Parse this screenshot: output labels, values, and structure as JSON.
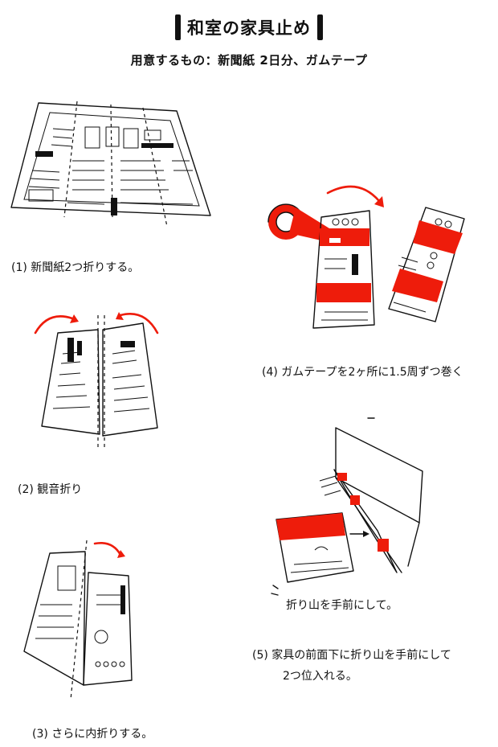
{
  "title": "和室の家具止め",
  "materials": "用意するもの：新聞紙 2日分、ガムテープ",
  "steps": [
    {
      "label": "(1) 新聞紙2つ折りする。"
    },
    {
      "label": "(2) 観音折り"
    },
    {
      "label": "(3) さらに内折りする。"
    },
    {
      "label": "(4) ガムテープを2ヶ所に1.5周ずつ巻く"
    },
    {
      "label": "(5) 家具の前面下に折り山を手前にして"
    }
  ],
  "step5_line2": "2つ位入れる。",
  "step5_note": "折り山を手前にして。",
  "colors": {
    "tape": "#ee1c0b",
    "ink": "#111111"
  }
}
